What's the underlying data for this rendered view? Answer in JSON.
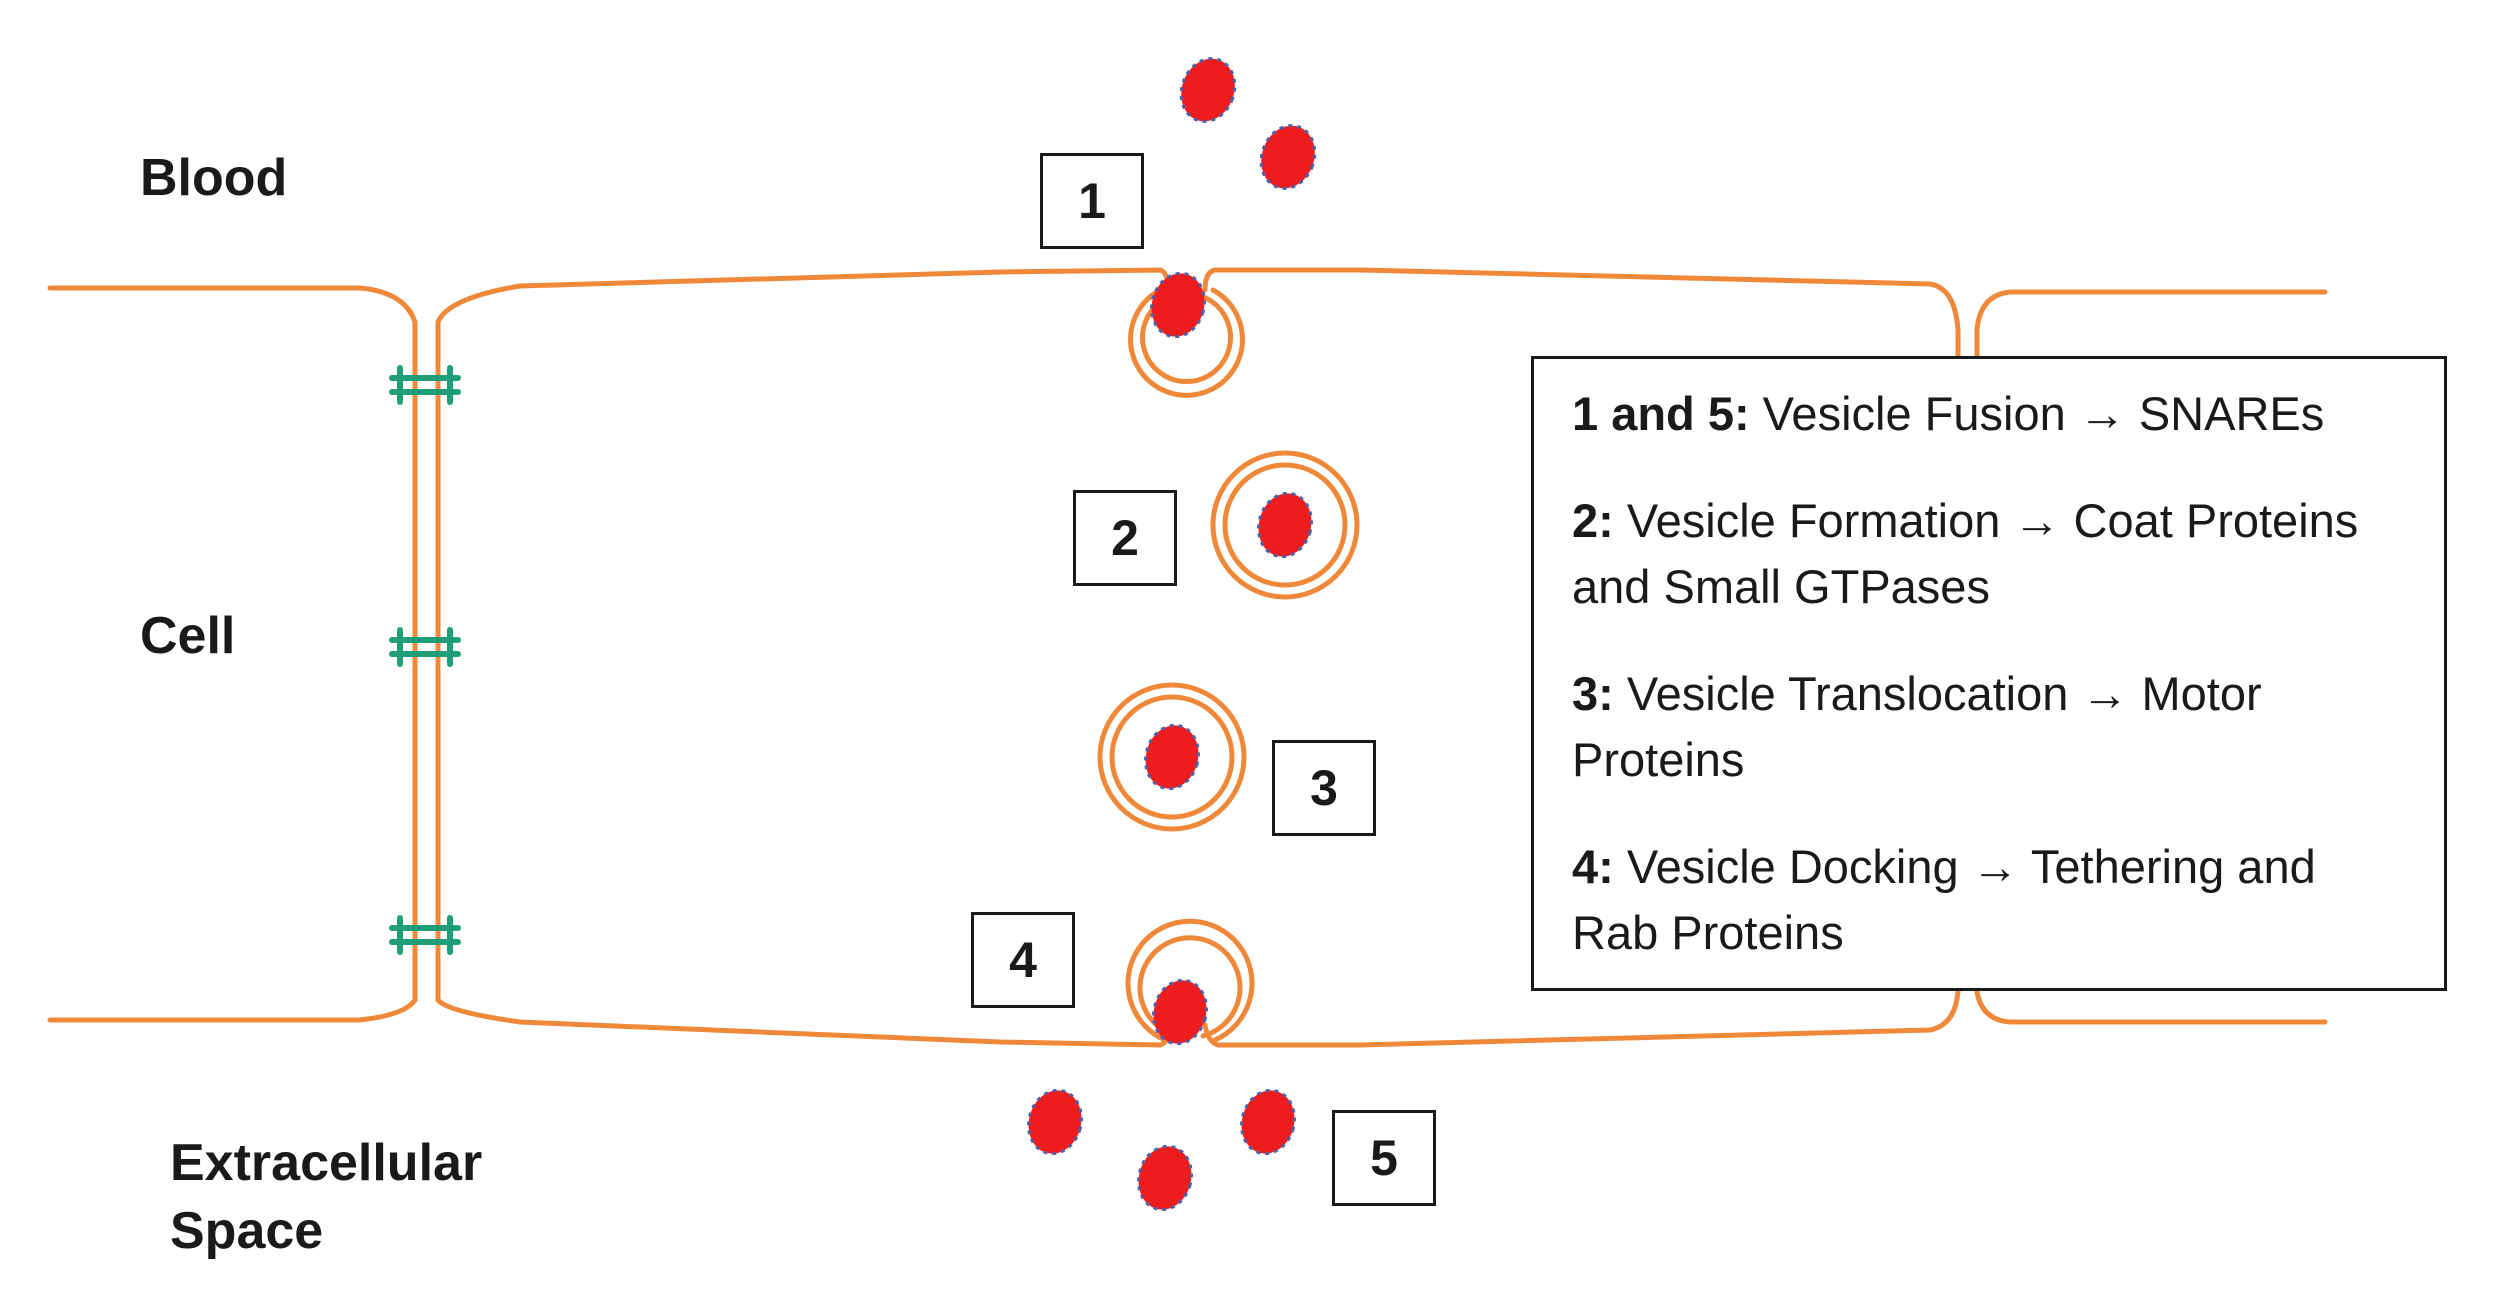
{
  "regions": {
    "blood": "Blood",
    "cell": "Cell",
    "extracellular_line1": "Extracellular",
    "extracellular_line2": "Space"
  },
  "steps": [
    "1",
    "2",
    "3",
    "4",
    "5"
  ],
  "legend": [
    {
      "key": "1 and 5:",
      "text": "Vesicle Fusion → SNAREs"
    },
    {
      "key": "2:",
      "text": "Vesicle Formation → Coat Proteins and Small GTPases"
    },
    {
      "key": "3:",
      "text": "Vesicle Translocation → Motor Proteins"
    },
    {
      "key": "4:",
      "text": "Vesicle Docking → Tethering and Rab Proteins"
    }
  ],
  "colors": {
    "membrane": "#f0883a",
    "junction": "#1f9e78",
    "cargo": "#ee1c1c",
    "cargo_edge": "#4f5fa8",
    "text": "#1a1a1a"
  }
}
